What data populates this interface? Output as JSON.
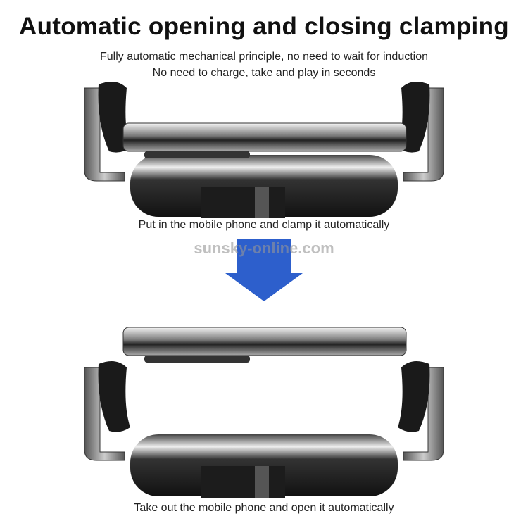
{
  "header": {
    "title": "Automatic opening and closing clamping",
    "subtitle_line1": "Fully automatic mechanical principle, no need to wait for induction",
    "subtitle_line2": "No need to charge, take and play in seconds"
  },
  "steps": [
    {
      "caption": "Put in the mobile phone and clamp it automatically"
    },
    {
      "caption": "Take out the mobile phone and open it automatically"
    }
  ],
  "watermark": "sunsky-online.com",
  "colors": {
    "arrow": "#2d5fcc",
    "grip": "#1a1a1a",
    "metal": "#8a8a8a"
  }
}
